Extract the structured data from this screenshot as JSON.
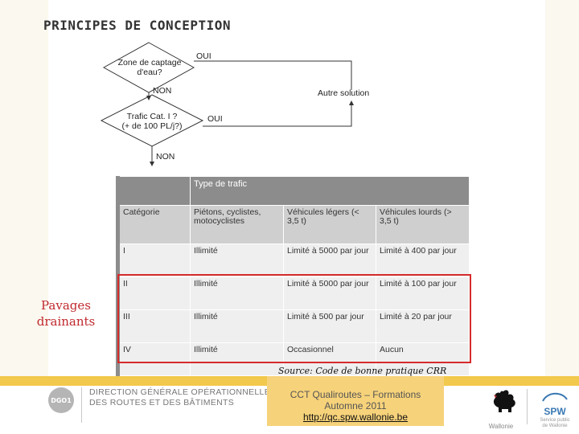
{
  "slide": {
    "title": "PRINCIPES DE CONCEPTION"
  },
  "flowchart": {
    "decision1": "Zone de captage d'eau?",
    "decision1_line1": "Zone de captage",
    "decision1_line2": "d'eau?",
    "decision1_yes": "OUI",
    "decision1_no": "NON",
    "decision2_line1": "Trafic Cat. I ?",
    "decision2_line2": "(+ de 100 PL/j?)",
    "decision2_yes": "OUI",
    "decision2_no": "NON",
    "alternative": "Autre solution"
  },
  "side_label": {
    "line1": "Pavages",
    "line2": "drainants"
  },
  "table": {
    "title": "Type de trafic",
    "headers": [
      "Catégorie",
      "Piétons, cyclistes, motocyclistes",
      "Véhicules légers (< 3,5 t)",
      "Véhicules lourds (> 3,5 t)"
    ],
    "rows": [
      [
        "I",
        "Illimité",
        "Limité à 5000 par jour",
        "Limité à 400 par jour"
      ],
      [
        "II",
        "Illimité",
        "Limité à 5000 par jour",
        "Limité à 100 par jour"
      ],
      [
        "III",
        "Illimité",
        "Limité à 500 par jour",
        "Limité à 20 par jour"
      ],
      [
        "IV",
        "Illimité",
        "Occasionnel",
        "Aucun"
      ]
    ]
  },
  "source": "Source: Code de bonne pratique CRR",
  "footer": {
    "dgo_logo_text": "DGO1",
    "dg_line1": "DIRECTION GÉNÉRALE OPÉRATIONNELLE",
    "dg_line2": "DES ROUTES ET DES BÂTIMENTS",
    "cct_line1": "CCT Qualiroutes – Formations",
    "cct_line2": "Automne 2011",
    "cct_link": "http://qc.spw.wallonie.be",
    "wallonie": "Wallonie",
    "spw": "SPW",
    "spw_sub1": "Service public",
    "spw_sub2": "de Wallonie"
  },
  "colors": {
    "highlight": "#d62b2b",
    "side_label": "#c0282d",
    "footer_yellow": "#f2c94c",
    "table_header": "#8c8c8c",
    "spw_blue": "#3a79b3"
  }
}
